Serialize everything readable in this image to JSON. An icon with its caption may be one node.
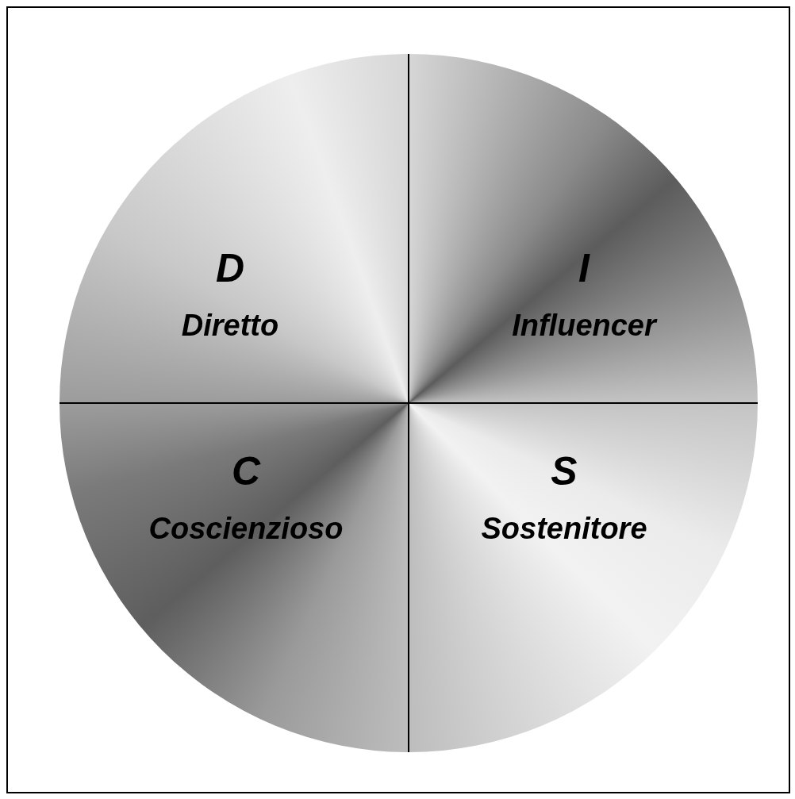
{
  "diagram": {
    "nodes": [
      {
        "text": [
          "D",
          "Diretto"
        ]
      },
      {
        "text": [
          "I",
          "Influencer"
        ]
      },
      {
        "text": [
          "C",
          "Coscienzioso"
        ]
      },
      {
        "text": [
          "S",
          "Sostenitore"
        ]
      }
    ]
  }
}
